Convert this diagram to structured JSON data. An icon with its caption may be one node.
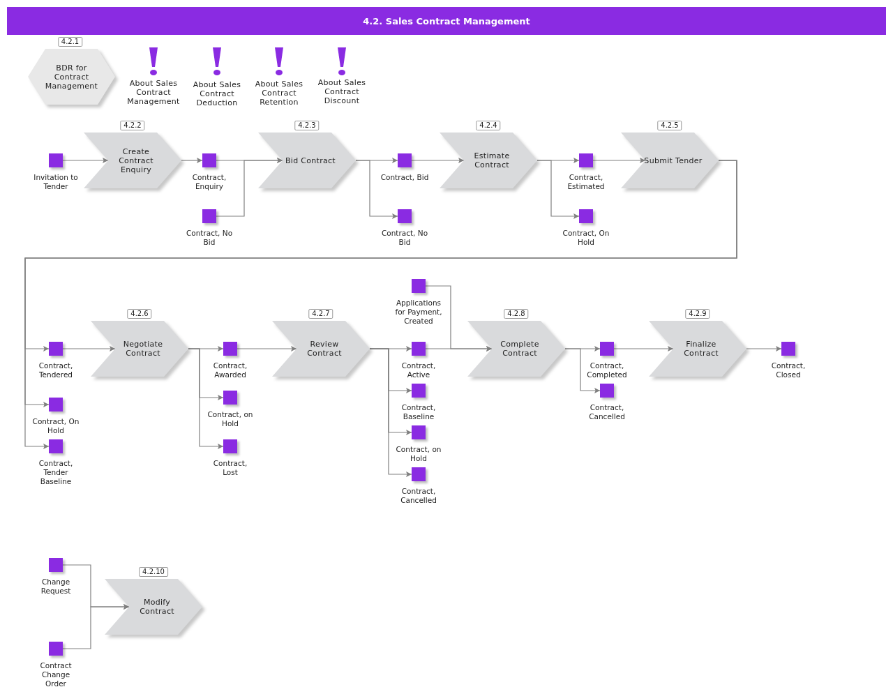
{
  "diagram": {
    "title": "4.2. Sales Contract Management",
    "nodes": [
      {
        "text": [
          "BDR for Contract Management"
        ],
        "beside": [
          "4.2.1"
        ]
      },
      {
        "text": [],
        "shape": "box",
        "beside": [
          "Invitation to Tender"
        ]
      },
      {
        "text": [
          "Create Contract Enquiry"
        ],
        "beside": [
          "4.2.2"
        ]
      },
      {
        "text": [],
        "shape": "box",
        "beside": [
          "Contract, Enquiry"
        ]
      },
      {
        "text": [],
        "shape": "box",
        "beside": [
          "Contract, No Bid"
        ]
      },
      {
        "text": [
          "Bid Contract"
        ],
        "beside": [
          "4.2.3"
        ]
      },
      {
        "text": [],
        "shape": "box",
        "beside": [
          "Contract, Bid"
        ]
      },
      {
        "text": [],
        "shape": "box",
        "beside": [
          "Contract, No Bid"
        ]
      },
      {
        "text": [
          "Estimate Contract"
        ],
        "beside": [
          "4.2.4"
        ]
      },
      {
        "text": [],
        "shape": "box",
        "beside": [
          "Contract, Estimated"
        ]
      },
      {
        "text": [],
        "shape": "box",
        "beside": [
          "Contract, On Hold"
        ]
      },
      {
        "text": [
          "Submit Tender"
        ],
        "beside": [
          "4.2.5"
        ]
      },
      {
        "text": [],
        "shape": "box",
        "beside": [
          "Contract, Tendered"
        ]
      },
      {
        "text": [],
        "shape": "box",
        "beside": [
          "Contract, On Hold"
        ]
      },
      {
        "text": [],
        "shape": "box",
        "beside": [
          "Contract, Tender Baseline"
        ]
      },
      {
        "text": [
          "Negotiate Contract"
        ],
        "beside": [
          "4.2.6"
        ]
      },
      {
        "text": [],
        "shape": "box",
        "beside": [
          "Contract, Awarded"
        ]
      },
      {
        "text": [],
        "shape": "box",
        "beside": [
          "Contract, on Hold"
        ]
      },
      {
        "text": [],
        "shape": "box",
        "beside": [
          "Contract, Lost"
        ]
      },
      {
        "text": [
          "Review Contract"
        ],
        "beside": [
          "4.2.7"
        ]
      },
      {
        "text": [],
        "shape": "box",
        "beside": [
          "Applications for Payment, Created"
        ]
      },
      {
        "text": [],
        "shape": "box",
        "beside": [
          "Contract, Active"
        ]
      },
      {
        "text": [],
        "shape": "box",
        "beside": [
          "Contract, Baseline"
        ]
      },
      {
        "text": [],
        "shape": "box",
        "beside": [
          "Contract, on Hold"
        ]
      },
      {
        "text": [],
        "shape": "box",
        "beside": [
          "Contract, Cancelled"
        ]
      },
      {
        "text": [
          "Complete Contract"
        ],
        "beside": [
          "4.2.8"
        ]
      },
      {
        "text": [],
        "shape": "box",
        "beside": [
          "Contract, Completed"
        ]
      },
      {
        "text": [],
        "shape": "box",
        "beside": [
          "Contract, Cancelled"
        ]
      },
      {
        "text": [
          "Finalize Contract"
        ],
        "beside": [
          "4.2.9"
        ]
      },
      {
        "text": [],
        "shape": "box",
        "beside": [
          "Contract, Closed"
        ]
      },
      {
        "text": [],
        "shape": "box",
        "beside": [
          "Change Request"
        ]
      },
      {
        "text": [],
        "shape": "box",
        "beside": [
          "Contract Change Order"
        ]
      },
      {
        "text": [
          "Modify Contract"
        ],
        "beside": [
          "4.2.10"
        ]
      }
    ],
    "edges": [
      {
        "from": 1,
        "to": 2,
        "arrow": "to"
      },
      {
        "from": 2,
        "to": 3,
        "arrow": "to"
      },
      {
        "from": 3,
        "to": 5,
        "arrow": "to"
      },
      {
        "from": 4,
        "to": 5,
        "arrow": "to"
      },
      {
        "from": 5,
        "to": 6,
        "arrow": "to"
      },
      {
        "from": 5,
        "to": 7,
        "arrow": "to"
      },
      {
        "from": 6,
        "to": 8,
        "arrow": "to"
      },
      {
        "from": 8,
        "to": 9,
        "arrow": "to"
      },
      {
        "from": 8,
        "to": 10,
        "arrow": "to"
      },
      {
        "from": 9,
        "to": 11,
        "arrow": "to"
      },
      {
        "from": 11,
        "to": 12,
        "arrow": "to"
      },
      {
        "from": 11,
        "to": 13,
        "arrow": "to"
      },
      {
        "from": 11,
        "to": 14,
        "arrow": "to"
      },
      {
        "from": 12,
        "to": 15,
        "arrow": "to"
      },
      {
        "from": 15,
        "to": 16,
        "arrow": "to"
      },
      {
        "from": 15,
        "to": 17,
        "arrow": "to"
      },
      {
        "from": 15,
        "to": 18,
        "arrow": "to"
      },
      {
        "from": 16,
        "to": 19,
        "arrow": "to"
      },
      {
        "from": 19,
        "to": 21,
        "arrow": "to"
      },
      {
        "from": 19,
        "to": 22,
        "arrow": "to"
      },
      {
        "from": 19,
        "to": 23,
        "arrow": "to"
      },
      {
        "from": 19,
        "to": 24,
        "arrow": "to"
      },
      {
        "from": 20,
        "to": 25,
        "arrow": "to"
      },
      {
        "from": 21,
        "to": 25,
        "arrow": "to"
      },
      {
        "from": 25,
        "to": 26,
        "arrow": "to"
      },
      {
        "from": 25,
        "to": 27,
        "arrow": "to"
      },
      {
        "from": 26,
        "to": 28,
        "arrow": "to"
      },
      {
        "from": 28,
        "to": 29,
        "arrow": "to"
      },
      {
        "from": 30,
        "to": 32,
        "arrow": "to"
      },
      {
        "from": 31,
        "to": 32,
        "arrow": "to"
      }
    ],
    "labels": [
      "About Sales Contract Management",
      "About Sales Contract Deduction",
      "About Sales Contract Retention",
      "About Sales Contract Discount"
    ]
  }
}
